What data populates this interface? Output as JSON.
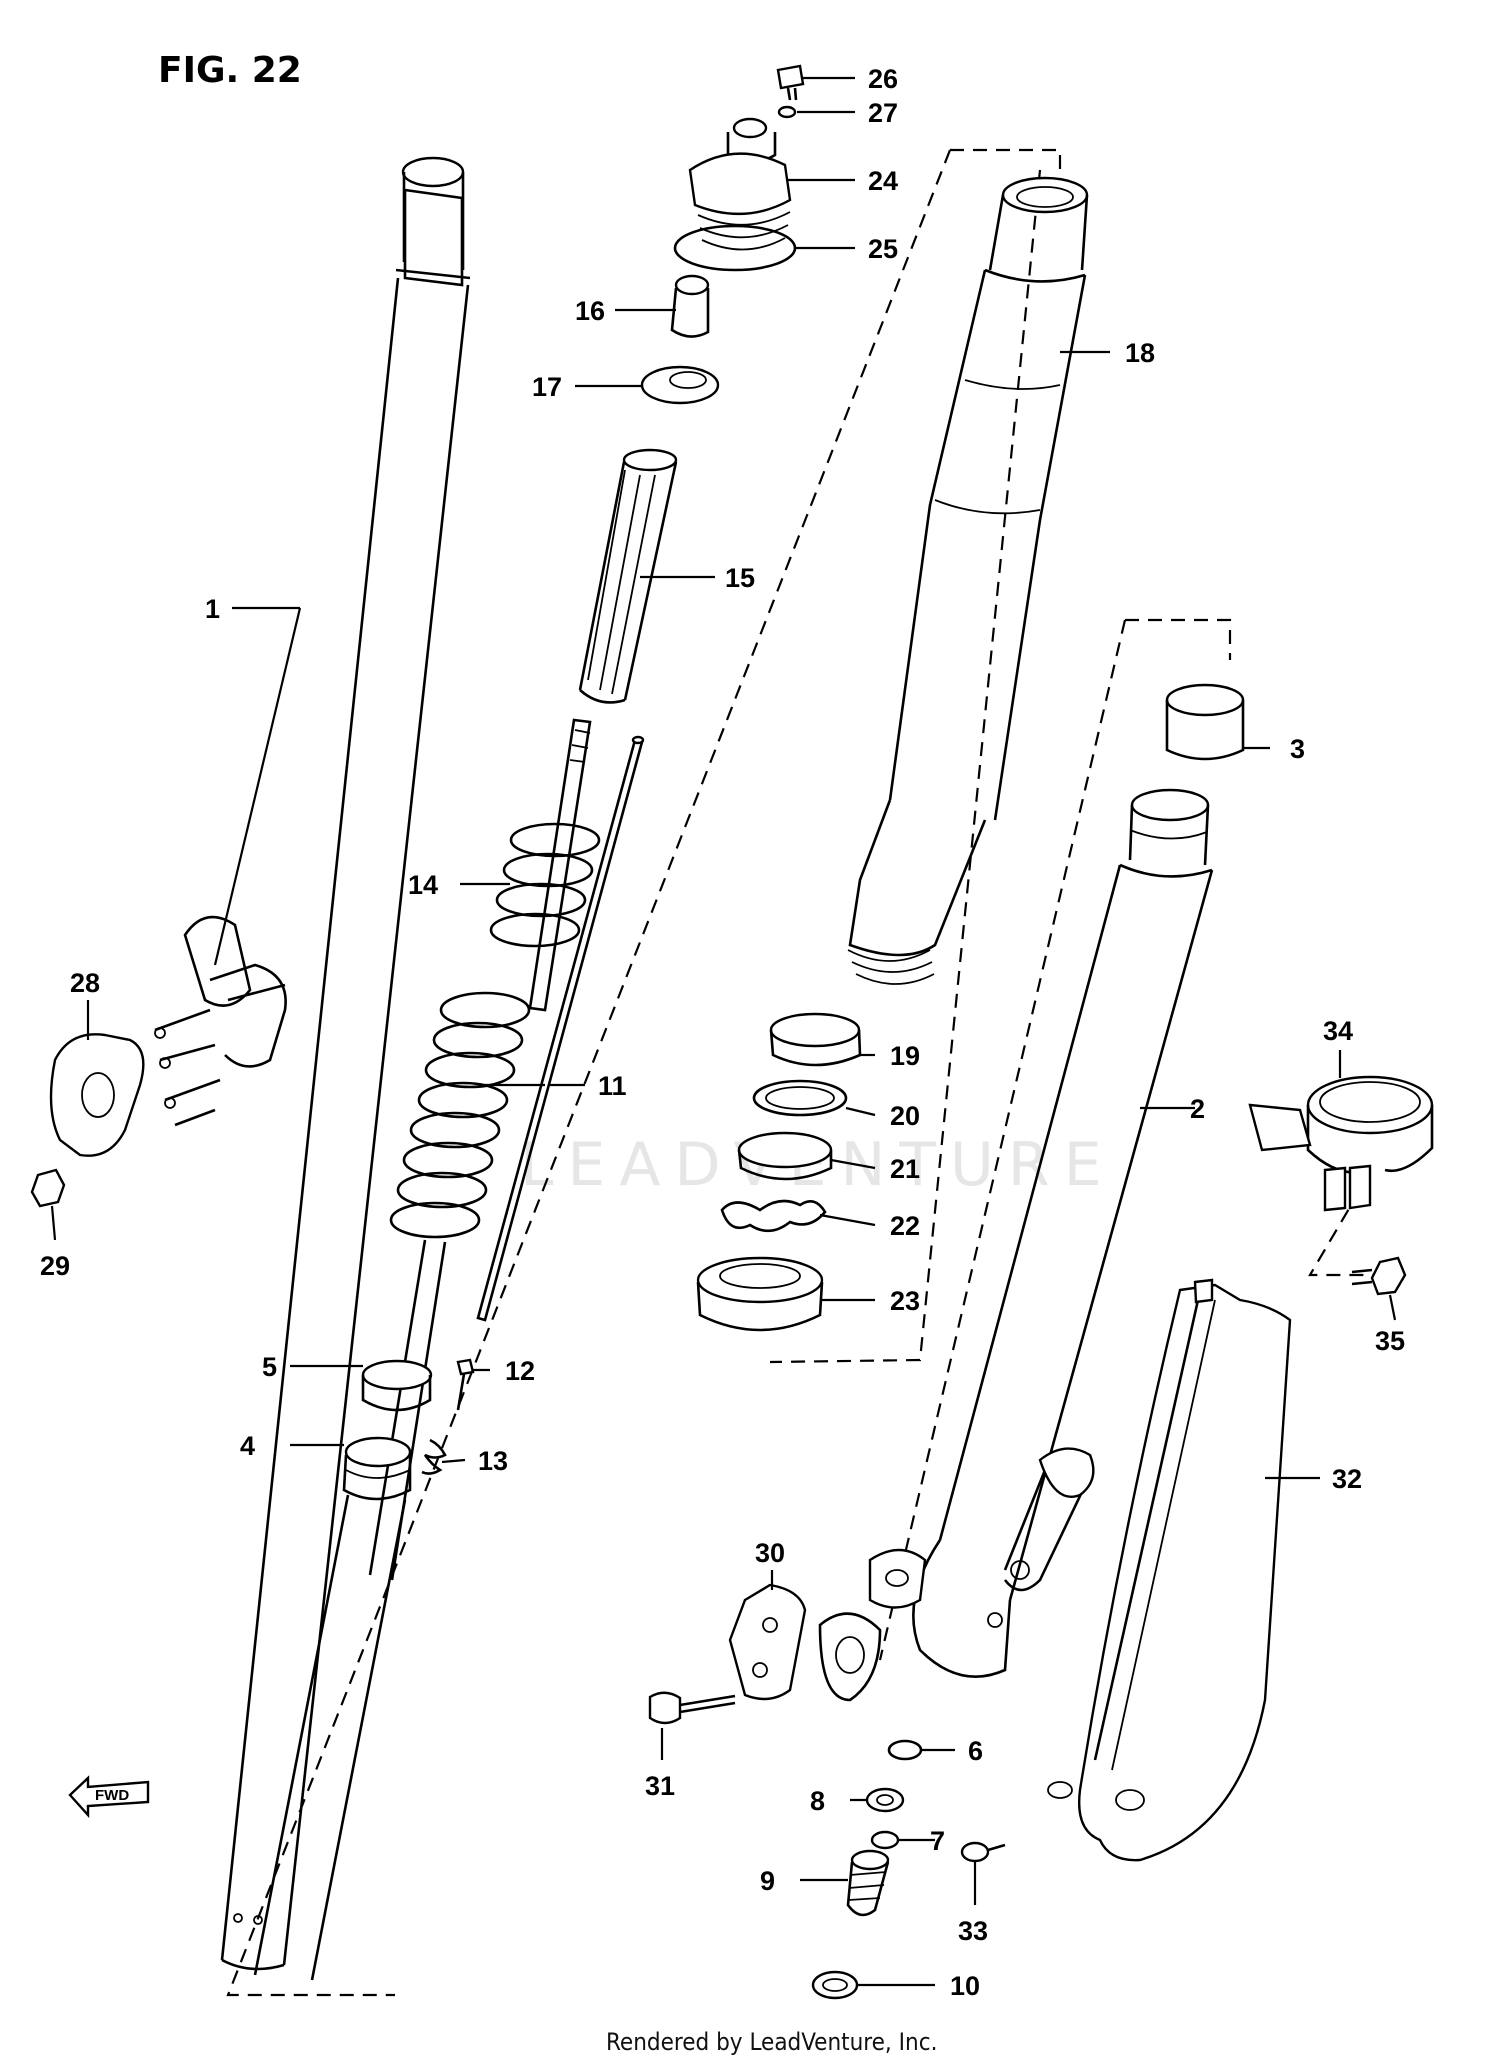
{
  "figure_title": "FIG. 22",
  "footer_text": "Rendered by LeadVenture, Inc.",
  "watermark_text": "LEADVENTURE",
  "fwd_label": "FWD",
  "callouts": [
    {
      "id": "c1",
      "label": "1"
    },
    {
      "id": "c2",
      "label": "2"
    },
    {
      "id": "c3",
      "label": "3"
    },
    {
      "id": "c4",
      "label": "4"
    },
    {
      "id": "c5",
      "label": "5"
    },
    {
      "id": "c6",
      "label": "6"
    },
    {
      "id": "c7",
      "label": "7"
    },
    {
      "id": "c8",
      "label": "8"
    },
    {
      "id": "c9",
      "label": "9"
    },
    {
      "id": "c10",
      "label": "10"
    },
    {
      "id": "c11",
      "label": "11"
    },
    {
      "id": "c12",
      "label": "12"
    },
    {
      "id": "c13",
      "label": "13"
    },
    {
      "id": "c14",
      "label": "14"
    },
    {
      "id": "c15",
      "label": "15"
    },
    {
      "id": "c16",
      "label": "16"
    },
    {
      "id": "c17",
      "label": "17"
    },
    {
      "id": "c18",
      "label": "18"
    },
    {
      "id": "c19",
      "label": "19"
    },
    {
      "id": "c20",
      "label": "20"
    },
    {
      "id": "c21",
      "label": "21"
    },
    {
      "id": "c22",
      "label": "22"
    },
    {
      "id": "c23",
      "label": "23"
    },
    {
      "id": "c24",
      "label": "24"
    },
    {
      "id": "c25",
      "label": "25"
    },
    {
      "id": "c26",
      "label": "26"
    },
    {
      "id": "c27",
      "label": "27"
    },
    {
      "id": "c28",
      "label": "28"
    },
    {
      "id": "c29",
      "label": "29"
    },
    {
      "id": "c30",
      "label": "30"
    },
    {
      "id": "c31",
      "label": "31"
    },
    {
      "id": "c32",
      "label": "32"
    },
    {
      "id": "c33",
      "label": "33"
    },
    {
      "id": "c34",
      "label": "34"
    },
    {
      "id": "c35",
      "label": "35"
    }
  ]
}
